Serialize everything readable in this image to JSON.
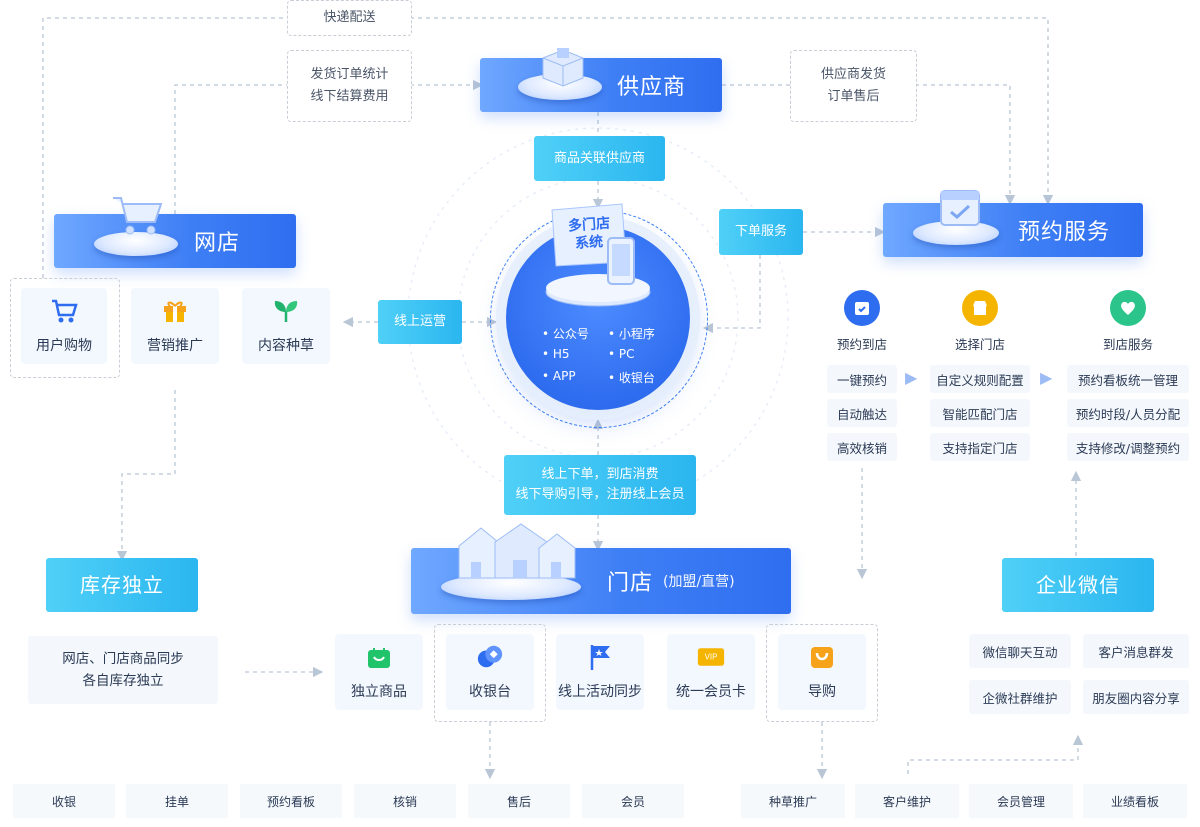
{
  "top": {
    "express": "快递配送",
    "left_note": [
      "发货订单统计",
      "线下结算费用"
    ],
    "right_note": [
      "供应商发货",
      "订单售后"
    ]
  },
  "supplier": {
    "title": "供应商"
  },
  "webstore": {
    "title": "网店"
  },
  "booking": {
    "title": "预约服务"
  },
  "store": {
    "title": "门店",
    "subtitle": "(加盟/直营)"
  },
  "inventory": {
    "title": "库存独立",
    "note": [
      "网店、门店商品同步",
      "各自库存独立"
    ]
  },
  "wecom": {
    "title": "企业微信"
  },
  "center": {
    "sign": [
      "多门店",
      "系统"
    ],
    "features": [
      "公众号",
      "小程序",
      "H5",
      "PC",
      "APP",
      "收银台"
    ]
  },
  "connectors": {
    "link_supplier": "商品关联供应商",
    "order_service": "下单服务",
    "online_ops": "线上运营",
    "store_flow": [
      "线上下单，到店消费",
      "线下导购引导，注册线上会员"
    ]
  },
  "webstore_cards": [
    {
      "label": "用户购物",
      "icon": "cart-icon"
    },
    {
      "label": "营销推广",
      "icon": "gift-icon"
    },
    {
      "label": "内容种草",
      "icon": "sprout-icon"
    }
  ],
  "booking_steps": [
    {
      "label": "预约到店",
      "icon": "calendar-icon",
      "color": "#2f6df0",
      "chips": [
        "一键预约",
        "自动触达",
        "高效核销"
      ]
    },
    {
      "label": "选择门店",
      "icon": "shop-icon",
      "color": "#f5b400",
      "chips": [
        "自定义规则配置",
        "智能匹配门店",
        "支持指定门店"
      ]
    },
    {
      "label": "到店服务",
      "icon": "heart-icon",
      "color": "#2bc48a",
      "chips": [
        "预约看板统一管理",
        "预约时段/人员分配",
        "支持修改/调整预约"
      ]
    }
  ],
  "store_cards": [
    {
      "label": "独立商品",
      "icon": "bag-icon"
    },
    {
      "label": "收银台",
      "icon": "coins-icon"
    },
    {
      "label": "线上活动同步",
      "icon": "flag-icon"
    },
    {
      "label": "统一会员卡",
      "icon": "vip-icon"
    },
    {
      "label": "导购",
      "icon": "guide-bag-icon"
    }
  ],
  "wecom_chips": [
    "微信聊天互动",
    "客户消息群发",
    "企微社群维护",
    "朋友圈内容分享"
  ],
  "bottom_left": [
    "收银",
    "挂单",
    "预约看板",
    "核销",
    "售后",
    "会员"
  ],
  "bottom_right": [
    "种草推广",
    "客户维护",
    "会员管理",
    "业绩看板"
  ]
}
